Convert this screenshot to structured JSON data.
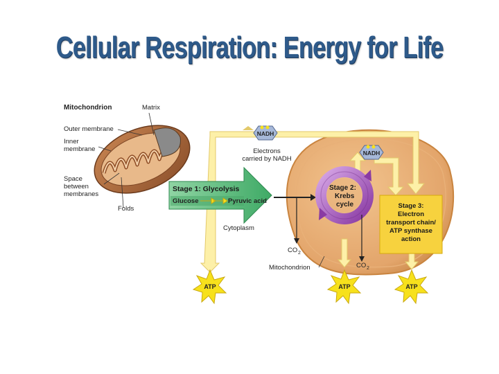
{
  "title": "Cellular Respiration: Energy for Life",
  "mito_inset": {
    "heading": "Mitochondrion",
    "matrix": "Matrix",
    "outer_membrane": "Outer membrane",
    "inner_membrane_1": "Inner",
    "inner_membrane_2": "membrane",
    "space_1": "Space",
    "space_2": "between",
    "space_3": "membranes",
    "folds": "Folds"
  },
  "flow": {
    "nadh_top": "NADH",
    "nadh_right": "NADH",
    "electrons_1": "Electrons",
    "electrons_2": "carried by NADH",
    "stage1_title": "Stage 1: Glycolysis",
    "glucose": "Glucose",
    "pyruvic": "Pyruvic acid",
    "cytoplasm": "Cytoplasm",
    "stage2_1": "Stage 2:",
    "stage2_2": "Krebs",
    "stage2_3": "cycle",
    "stage3_1": "Stage 3:",
    "stage3_2": "Electron",
    "stage3_3": "transport chain/",
    "stage3_4": "ATP synthase",
    "stage3_5": "action",
    "co2_left": "CO",
    "co2_left_sub": "2",
    "co2_right": "CO",
    "co2_right_sub": "2",
    "mitochondrion": "Mitochondrion",
    "atp_1": "ATP",
    "atp_2": "ATP",
    "atp_3": "ATP"
  },
  "colors": {
    "title": "#2e5a8a",
    "mito_body": "#a8673a",
    "mito_outer": "#c08050",
    "arrow_yellow": "#fdf0a8",
    "glycolysis_green": "#5cb87a",
    "krebs_purple": "#9b4fb0",
    "stage3_yellow": "#f7d23e",
    "atp_star": "#f7e11c"
  }
}
